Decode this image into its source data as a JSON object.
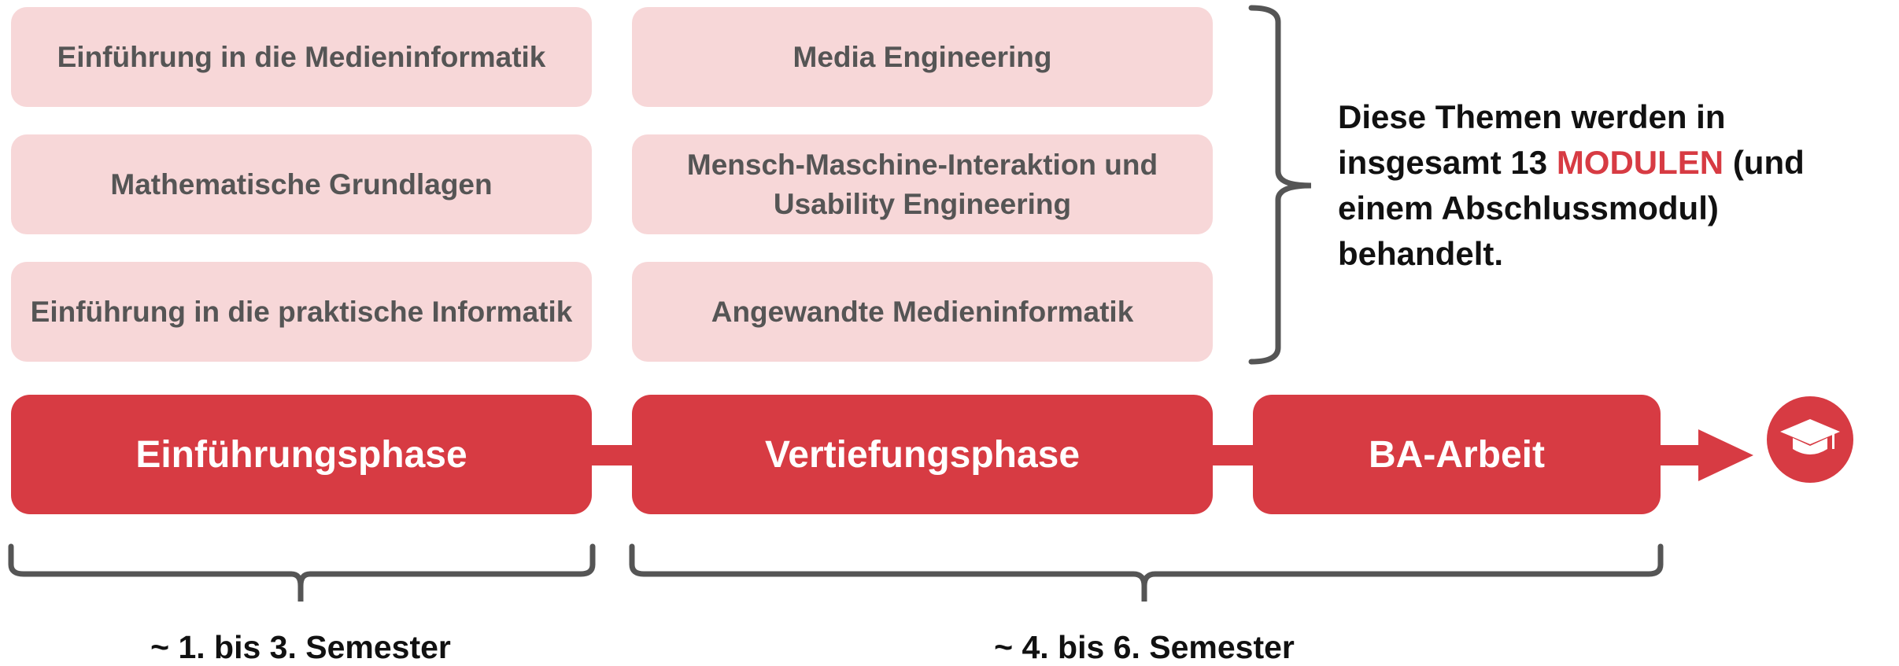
{
  "topics": {
    "t1": "Einführung in die Medieninformatik",
    "t2": "Mathematische Grundlagen",
    "t3": "Einführung in die praktische Informatik",
    "t4": "Media Engineering",
    "t5": "Mensch-Maschine-Interaktion und Usability Engineering",
    "t6": "Angewandte Medieninformatik"
  },
  "summary": {
    "line1": "Diese Themen werden in insgesamt 13",
    "highlight": "MODULEN",
    "line2": "(und einem Abschlussmodul) behandelt."
  },
  "phases": {
    "p1": "Einführungsphase",
    "p2": "Vertiefungsphase",
    "p3": "BA-Arbeit"
  },
  "semesters": {
    "s1": "~ 1. bis 3. Semester",
    "s2": "~ 4. bis 6. Semester"
  },
  "colors": {
    "accent": "#d73b43",
    "topic_bg": "#f7d7d8",
    "bracket": "#555555"
  },
  "icons": {
    "graduation": "graduation-cap-icon"
  }
}
